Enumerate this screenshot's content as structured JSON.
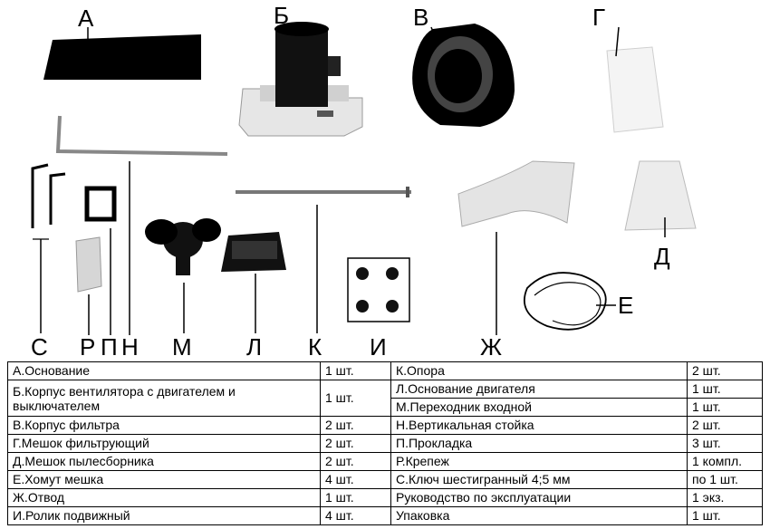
{
  "labels": {
    "A": "А",
    "B": "Б",
    "V": "В",
    "G": "Г",
    "D": "Д",
    "E": "Е",
    "S": "С",
    "R": "Р",
    "P": "П",
    "N": "Н",
    "M": "М",
    "L": "Л",
    "K": "К",
    "I": "И",
    "Zh": "Ж"
  },
  "table": {
    "rows": [
      {
        "left_name": "А.Основание",
        "left_qty": "1 шт.",
        "right_name": "К.Опора",
        "right_qty": "2 шт."
      },
      {
        "left_name": "Б.Корпус вентилятора с двигателем и выключателем",
        "left_qty": "1 шт.",
        "right_name": "Л.Основание двигателя",
        "right_qty": "1 шт."
      },
      {
        "right_name": "М.Переходник входной",
        "right_qty": "1 шт."
      },
      {
        "left_name": "В.Корпус фильтра",
        "left_qty": "2 шт.",
        "right_name": "Н.Вертикальная стойка",
        "right_qty": "2 шт."
      },
      {
        "left_name": "Г.Мешок фильтрующий",
        "left_qty": "2 шт.",
        "right_name": "П.Прокладка",
        "right_qty": "3 шт."
      },
      {
        "left_name": "Д.Мешок пылесборника",
        "left_qty": "2 шт.",
        "right_name": "Р.Крепеж",
        "right_qty": "1 компл."
      },
      {
        "left_name": "Е.Хомут мешка",
        "left_qty": "4 шт.",
        "right_name": "С.Ключ шестигранный 4;5 мм",
        "right_qty": "по 1 шт."
      },
      {
        "left_name": "Ж.Отвод",
        "left_qty": "1 шт.",
        "right_name": "Руководство по эксплуатации",
        "right_qty": "1 экз."
      },
      {
        "left_name": "И.Ролик подвижный",
        "left_qty": "4 шт.",
        "right_name": "Упаковка",
        "right_qty": "1 шт."
      }
    ]
  }
}
